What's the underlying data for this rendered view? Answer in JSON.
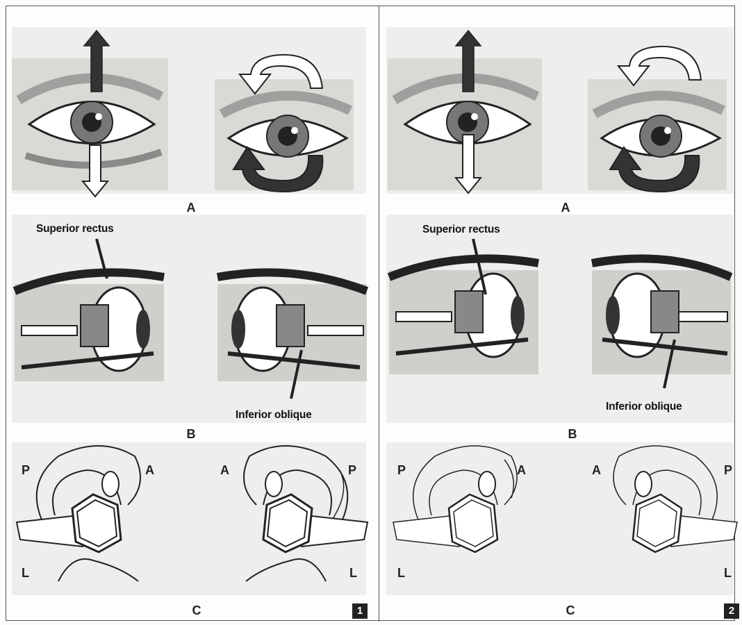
{
  "panels": [
    {
      "number": "1",
      "row_a_letter": "A",
      "row_b_letter": "B",
      "row_c_letter": "C",
      "superior_rectus_label": "Superior rectus",
      "inferior_oblique_label": "Inferior oblique",
      "orientation": {
        "left_top": "P",
        "left_top_right": "A",
        "right_top_left": "A",
        "right_top": "P",
        "left_bottom": "L",
        "right_bottom": "L"
      }
    },
    {
      "number": "2",
      "row_a_letter": "A",
      "row_b_letter": "B",
      "row_c_letter": "C",
      "superior_rectus_label": "Superior rectus",
      "inferior_oblique_label": "Inferior oblique",
      "orientation": {
        "left_top": "P",
        "left_top_right": "A",
        "right_top_left": "A",
        "right_top": "P",
        "left_bottom": "L",
        "right_bottom": "L"
      }
    }
  ],
  "colors": {
    "arrow_dark": "#333333",
    "arrow_light": "#ffffff",
    "line": "#222222"
  }
}
